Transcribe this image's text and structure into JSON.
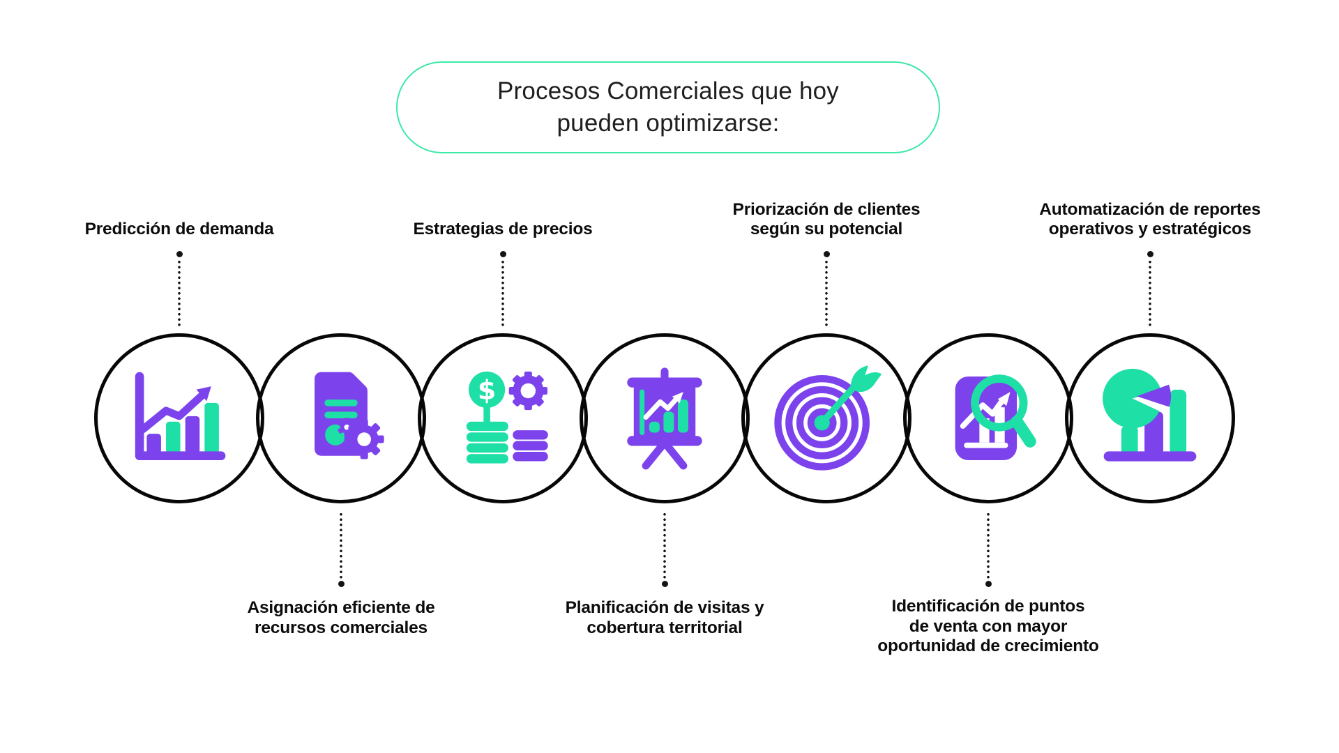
{
  "header": {
    "title_lines": [
      "Procesos Comerciales que hoy",
      "pueden optimizarse:"
    ],
    "pill_border_color": "#3BE9A7"
  },
  "colors": {
    "purple": "#7C43EC",
    "green": "#1EDFA6",
    "circle_border": "#070707",
    "text": "#0c0c0c"
  },
  "items": [
    {
      "id": "prediccion-demanda",
      "icon": "growth-chart-icon",
      "label_position": "top",
      "lines": [
        "Predicción de demanda"
      ]
    },
    {
      "id": "asignacion-recursos",
      "icon": "document-gears-icon",
      "label_position": "bottom",
      "lines": [
        "Asignación eficiente de",
        "recursos comerciales"
      ]
    },
    {
      "id": "estrategias-precios",
      "icon": "money-coins-gear-icon",
      "label_position": "top",
      "lines": [
        "Estrategias de precios"
      ]
    },
    {
      "id": "planificacion-visitas",
      "icon": "presentation-chart-icon",
      "label_position": "bottom",
      "lines": [
        "Planificación de visitas y",
        "cobertura territorial"
      ]
    },
    {
      "id": "priorizacion-clientes",
      "icon": "target-dart-icon",
      "label_position": "top",
      "lines": [
        "Priorización de clientes",
        "según su potencial"
      ]
    },
    {
      "id": "identificacion-puntos-venta",
      "icon": "report-magnifier-icon",
      "label_position": "bottom",
      "lines": [
        "Identificación de puntos",
        "de venta con mayor",
        "oportunidad de crecimiento"
      ]
    },
    {
      "id": "automatizacion-reportes",
      "icon": "pie-bar-chart-icon",
      "label_position": "top",
      "lines": [
        "Automatización de reportes",
        "operativos y estratégicos"
      ]
    }
  ]
}
